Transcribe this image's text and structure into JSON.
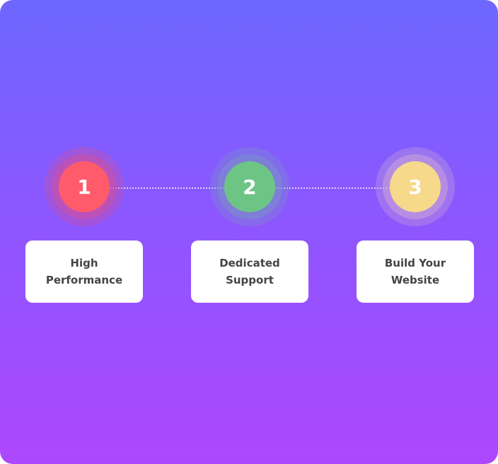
{
  "steps": [
    {
      "number": "1",
      "line1": "High",
      "line2": "Performance",
      "color": "#ff5b6b",
      "ring": "#d0519c"
    },
    {
      "number": "2",
      "line1": "Dedicated",
      "line2": "Support",
      "color": "#6cc585",
      "ring": "#7a90c8"
    },
    {
      "number": "3",
      "line1": "Build Your",
      "line2": "Website",
      "color": "#f7d98b",
      "ring": "#c9a4d8"
    }
  ]
}
